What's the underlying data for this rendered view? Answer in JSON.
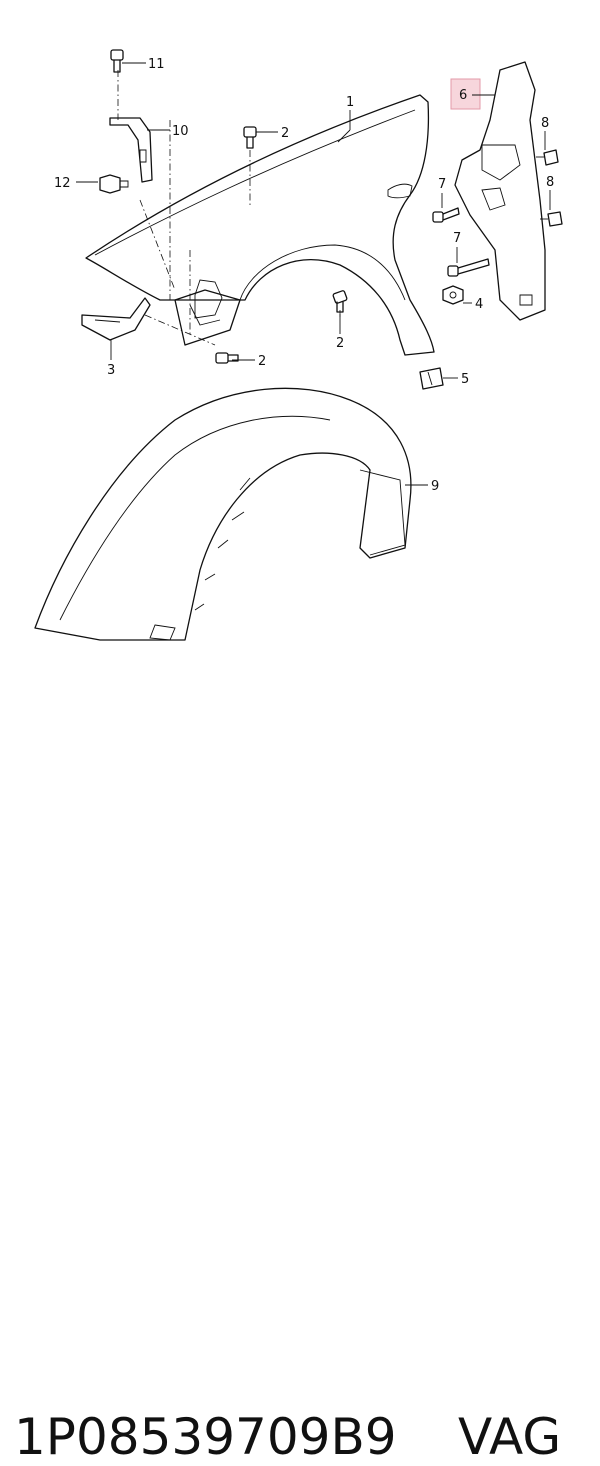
{
  "callouts": {
    "c1": "1",
    "c2a": "2",
    "c2b": "2",
    "c2c": "2",
    "c3": "3",
    "c4": "4",
    "c5": "5",
    "c6": "6",
    "c7a": "7",
    "c7b": "7",
    "c8a": "8",
    "c8b": "8",
    "c9": "9",
    "c10": "10",
    "c11": "11",
    "c12": "12"
  },
  "highlight": {
    "color": "#f7d6dc",
    "border": "#e39aa8",
    "label_ref": "6"
  },
  "footer": {
    "part_number": "1P08539709B9",
    "brand": "VAG"
  }
}
